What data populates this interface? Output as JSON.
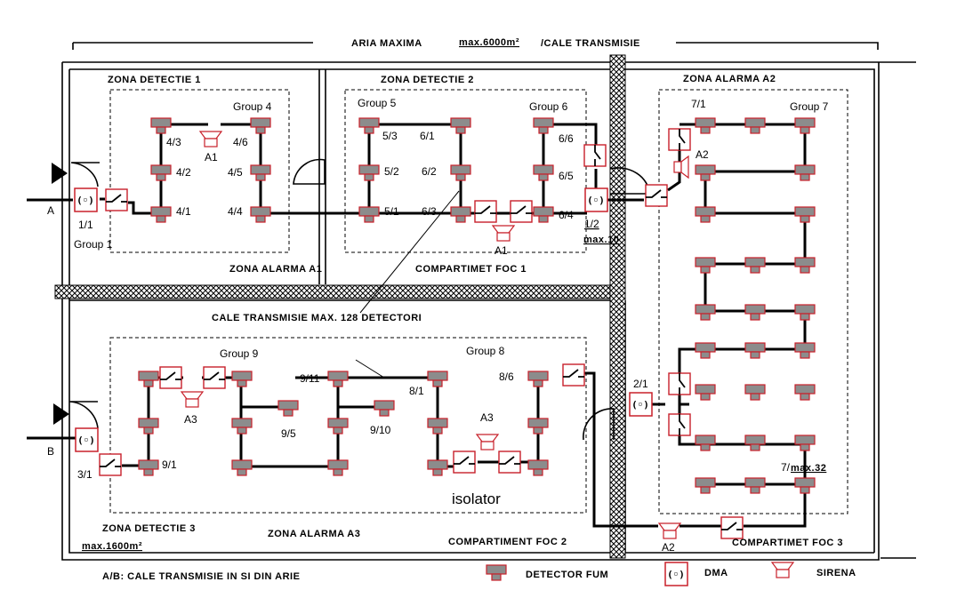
{
  "header": {
    "title": "ARIA MAXIMA",
    "area": "max.6000m²",
    "suffix": "/CALE TRANSMISIE"
  },
  "zones": {
    "zd1": "ZONA DETECTIE 1",
    "zd2": "ZONA DETECTIE 2",
    "za2": "ZONA ALARMA A2",
    "za1": "ZONA ALARMA A1",
    "cf1": "COMPARTIMET FOC 1",
    "cale": "CALE TRANSMISIE MAX. 128 DETECTORI",
    "zd3": "ZONA DETECTIE 3",
    "max1600": "max.1600m²",
    "za3": "ZONA ALARMA A3",
    "cf2": "COMPARTIMENT FOC 2",
    "cf3": "COMPARTIMET FOC 3"
  },
  "groups": [
    "Group 1",
    "Group 4",
    "Group 5",
    "Group 6",
    "Group 7",
    "Group 8",
    "Group 9"
  ],
  "labels": {
    "l43": "4/3",
    "l46": "4/6",
    "a1a": "A1",
    "l42": "4/2",
    "l45": "4/5",
    "l41": "4/1",
    "l44": "4/4",
    "la": "A",
    "l11": "1/1",
    "l53": "5/3",
    "l61": "6/1",
    "l66": "6/6",
    "l52": "5/2",
    "l62": "6/2",
    "l65": "6/5",
    "l51": "5/1",
    "l63": "6/3",
    "l64": "6/4",
    "a1b": "A1",
    "l12": "1/2",
    "max10": "max.10",
    "l71": "7/1",
    "a2a": "A2",
    "l21": "2/1",
    "l7": "7/",
    "max32": "max.32",
    "a2b": "A2",
    "a3a": "A3",
    "l911": "9/11",
    "l81": "8/1",
    "l86": "8/6",
    "l95": "9/5",
    "l910": "9/10",
    "a3b": "A3",
    "l91": "9/1",
    "lb": "B",
    "l31": "3/1"
  },
  "isolator": "isolator",
  "legend": {
    "transmisie": "A/B: CALE TRANSMISIE IN SI DIN ARIE",
    "detector": "DETECTOR FUM",
    "dma": "DMA",
    "sirena": "SIRENA"
  },
  "colors": {
    "device": "#c8202a",
    "detector_fill": "#8c8c8c",
    "wall": "#000000"
  }
}
